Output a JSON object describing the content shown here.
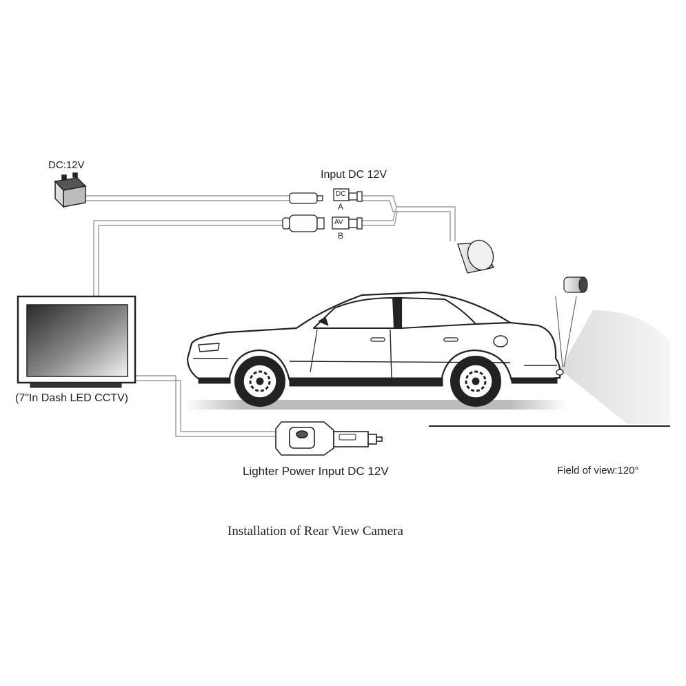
{
  "labels": {
    "battery": "DC:12V",
    "input_dc": "Input DC 12V",
    "dc_tag": "DC",
    "a_tag": "A",
    "av_tag": "AV",
    "b_tag": "B",
    "monitor": "(7\"In Dash LED CCTV)",
    "lighter": "Lighter Power Input DC 12V",
    "fov": "Field of view:120°",
    "caption": "Installation of Rear View Camera"
  },
  "colors": {
    "line": "#222222",
    "wire": "#9a9a9a",
    "screen_dark": "#3a3a3a",
    "shadow": "#bdbdbd"
  },
  "icons": [
    "battery-icon",
    "monitor-icon",
    "car-icon",
    "camera-icon",
    "cigarette-lighter-plug-icon",
    "connector-icon"
  ]
}
